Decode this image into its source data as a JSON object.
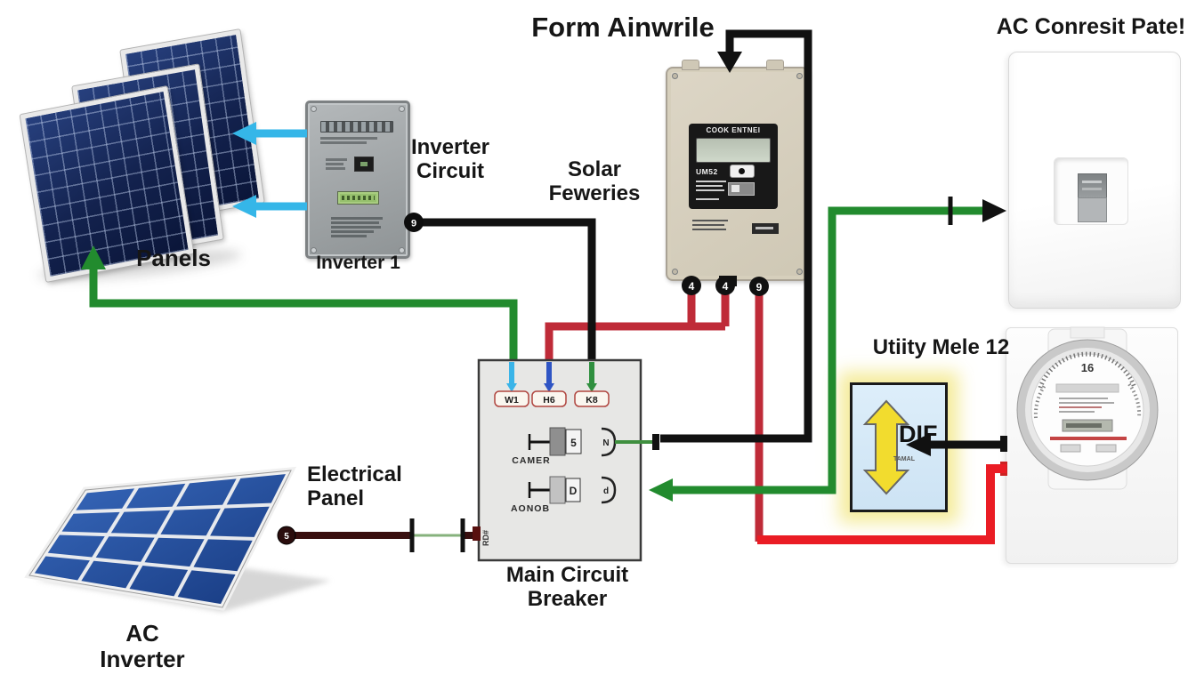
{
  "colors": {
    "wire_green": "#228b2e",
    "wire_cyan": "#35b6e8",
    "wire_crimson": "#bf2b38",
    "wire_red": "#ea1c24",
    "wire_black": "#111111",
    "wire_maroon": "#380f0f",
    "stub_blue": "#2f55c4",
    "dif_fill": "#d6e9f7",
    "dif_glow": "#f2e98c",
    "dif_arrow": "#f2dc2e",
    "panel_navy": "#13224e",
    "panel_blue": "#2d62b4",
    "device_beige": "#d8d1c0",
    "device_gray": "#a7abac"
  },
  "icons": {
    "up_arrow": "up-arrow",
    "left_arrow": "left-arrow",
    "right_arrow": "right-arrow",
    "down_arrow": "down-arrow",
    "up_down_arrow": "bidirectional-arrow"
  },
  "labels": {
    "title": "Form Ainwrile",
    "ac_panel_title": "AC Conresit Pate!",
    "panels": "Panels",
    "inverter_name": "Inverter 1",
    "inverter_circuit": [
      "Inverter",
      "Circuit"
    ],
    "solar": [
      "Solar",
      "Feweries"
    ],
    "utility_meter": "Utiity Mele 12",
    "dif": "DIF",
    "dif_sub": "TAMAL",
    "electrical": [
      "Electrical",
      "Panel"
    ],
    "main_breaker": [
      "Main Circuit",
      "Breaker"
    ],
    "ac_inverter": "AC Inverter"
  },
  "controller": {
    "header": "COOK ENTNEI",
    "model": "UM52",
    "ports": [
      "4",
      "4",
      "9"
    ]
  },
  "breaker": {
    "terminals": [
      "W1",
      "H6",
      "K8"
    ],
    "rows": [
      {
        "value": "5",
        "label": "CAMER",
        "out": "N"
      },
      {
        "value": "D",
        "label": "AONOB",
        "out": "d"
      }
    ],
    "side_label": "RD#"
  },
  "connectors": {
    "inverter_out": "9",
    "panel_feed": "5"
  },
  "meter": {
    "dial_top": "16"
  }
}
